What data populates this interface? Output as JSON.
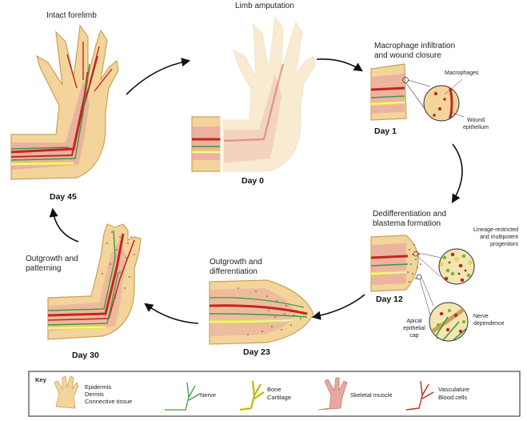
{
  "stages": {
    "intact": {
      "title": "Intact forelimb",
      "day": "Day 45"
    },
    "amputation": {
      "title": "Limb amputation",
      "day": "Day 0"
    },
    "macrophage": {
      "title_line1": "Macrophage infiltration",
      "title_line2": "and wound closure",
      "day": "Day 1"
    },
    "blastema": {
      "title_line1": "Dedifferentiation and",
      "title_line2": "blastema formation",
      "day": "Day 12"
    },
    "differentiation": {
      "title_line1": "Outgrowth and",
      "title_line2": "differentiation",
      "day": "Day 23"
    },
    "patterning": {
      "title_line1": "Outgrowth and",
      "title_line2": "patterning",
      "day": "Day 30"
    }
  },
  "annotations": {
    "macrophages": "Macrophages",
    "wound_epithelium_line1": "Wound",
    "wound_epithelium_line2": "epithelium",
    "progenitors_line1": "Lineage-restricted",
    "progenitors_line2": "and multipotent",
    "progenitors_line3": "progenitors",
    "nerve_dependence_line1": "Nerve",
    "nerve_dependence_line2": "dependence",
    "aec_line1": "Apical",
    "aec_line2": "epithelial",
    "aec_line3": "cap"
  },
  "key": {
    "title": "Key",
    "items": [
      {
        "lines": [
          "Epidermis",
          "Dermis",
          "Connective tissue"
        ],
        "icon": "hand-tissue-icon"
      },
      {
        "lines": [
          "Nerve"
        ],
        "icon": "nerve-icon"
      },
      {
        "lines": [
          "Bone",
          "Cartilage"
        ],
        "icon": "bone-icon"
      },
      {
        "lines": [
          "Skeletal muscle"
        ],
        "icon": "muscle-icon"
      },
      {
        "lines": [
          "Vasculature",
          "Blood cells"
        ],
        "icon": "vessel-icon"
      }
    ]
  },
  "colors": {
    "skin": "#f3d49b",
    "skin_edge": "#c9a25a",
    "muscle": "#e8a7a0",
    "vessel": "#c3271f",
    "nerve": "#3e9a46",
    "cartilage": "#e6e24a",
    "bone": "#f7f1c8",
    "cells": "#8b3a1e"
  }
}
